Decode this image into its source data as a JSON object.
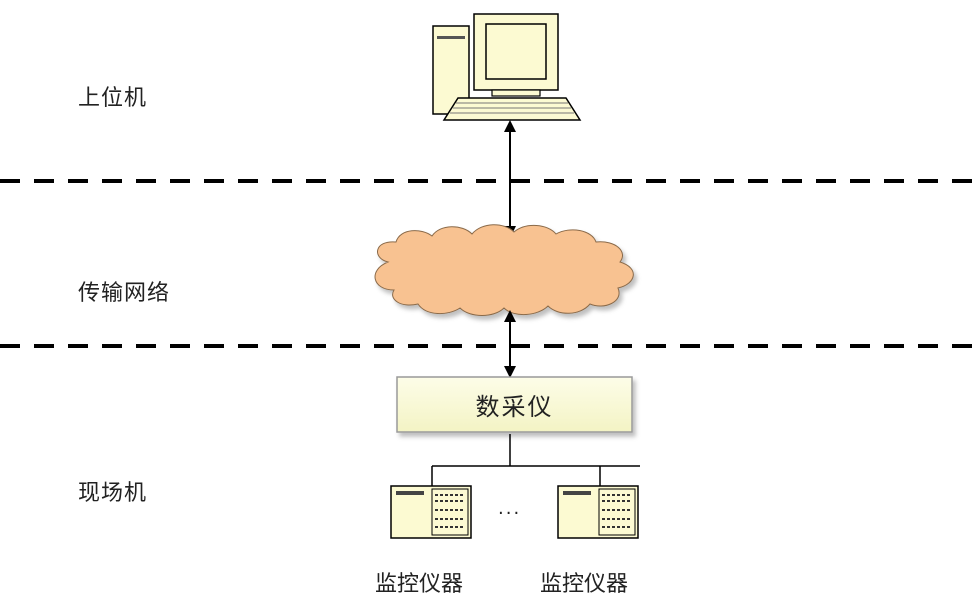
{
  "labels": {
    "host": "上位机",
    "network": "传输网络",
    "field": "现场机"
  },
  "daq": {
    "label": "数采仪"
  },
  "instruments": {
    "label_1": "监控仪器",
    "label_2": "监控仪器",
    "ellipsis": "..."
  },
  "colors": {
    "computer_fill": "#fcfad2",
    "cloud_fill": "#f8c291",
    "daq_fill": "#fbfbd8",
    "line": "#000000"
  },
  "icons": {
    "host": "desktop-computer-icon",
    "network": "cloud-icon",
    "instrument": "instrument-rack-icon"
  }
}
